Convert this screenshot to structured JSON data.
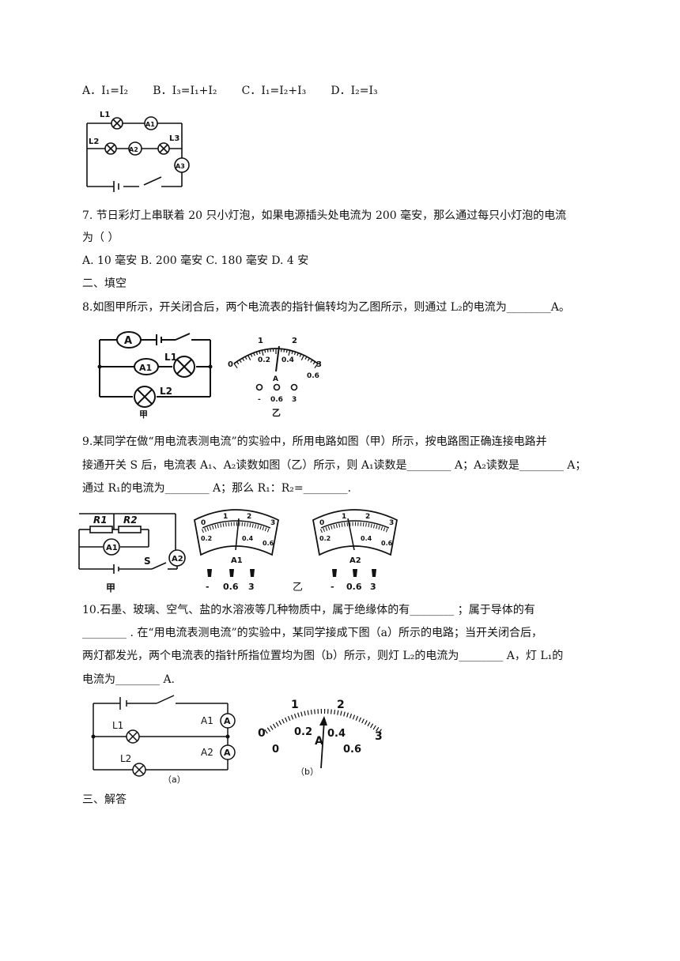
{
  "q6": {
    "options": [
      "A．I₁=I₂",
      "B．I₃=I₁+I₂",
      "C．I₁=I₂+I₃",
      "D．I₂=I₃"
    ],
    "fig_labels": {
      "l1": "L1",
      "l2": "L2",
      "l3": "L3",
      "a1": "A1",
      "a2": "A2",
      "a3": "A3"
    }
  },
  "q7": {
    "line1": "7.  节日彩灯上串联着 20 只小灯泡，如果电源插头处电流为 200 毫安，那么通过每只小灯泡的电流",
    "line2": "为（        ）",
    "options": "A. 10 毫安    B. 200 毫安   C. 180 毫安   D. 4 安"
  },
  "section2": "二、填空",
  "q8": {
    "text": "8.如图甲所示，开关闭合后，两个电流表的指针偏转均为乙图所示，则通过 L₂的电流为________A。",
    "fig_a": {
      "a": "A",
      "a1": "A1",
      "l1": "L1",
      "l2": "L2",
      "caption": "甲"
    },
    "meter": {
      "scale_top": [
        "0",
        "1",
        "2",
        "3"
      ],
      "scale_bottom": [
        "0.2",
        "0.4",
        "0.6"
      ],
      "unit": "A",
      "terminals": [
        "-",
        "0.6",
        "3"
      ],
      "caption": "乙"
    }
  },
  "q9": {
    "line1": "9.某同学在做“用电流表测电流”的实验中，所用电路如图（甲）所示，按电路图正确连接电路并",
    "line2": "接通开关 S 后，电流表 A₁、A₂读数如图（乙）所示，则 A₁读数是________   A；A₂读数是________   A；",
    "line3": "通过 R₁的电流为________   A；那么 R₁：R₂=________.",
    "fig_a": {
      "r1": "R1",
      "r2": "R2",
      "a1": "A1",
      "a2": "A2",
      "s": "S",
      "caption": "甲"
    },
    "meter1": {
      "top": [
        "0",
        "1",
        "2",
        "3"
      ],
      "bottom": [
        "0.2",
        "0.4",
        "0.6"
      ],
      "name": "A1",
      "terminals": [
        "-",
        "0.6",
        "3"
      ]
    },
    "meter2": {
      "top": [
        "0",
        "1",
        "2",
        "3"
      ],
      "bottom": [
        "0.2",
        "0.4",
        "0.6"
      ],
      "name": "A2",
      "terminals": [
        "-",
        "0.6",
        "3"
      ]
    },
    "caption_b": "乙"
  },
  "q10": {
    "line1": "10.石墨、玻璃、空气、盐的水溶液等几种物质中，属于绝缘体的有________   ；属于导体的有",
    "line2": "________   . 在“用电流表测电流”的实验中，某同学接成下图（a）所示的电路；当开关闭合后，",
    "line3": "两灯都发光，两个电流表的指针所指位置均为图（b）所示，则灯 L₂的电流为________   A，灯 L₁的",
    "line4": "电流为________   A.",
    "fig_a": {
      "l1": "L1",
      "l2": "L2",
      "a1": "A1",
      "a2": "A2",
      "meter": "A",
      "caption": "（a）"
    },
    "fig_b": {
      "top": [
        "0",
        "1",
        "2",
        "3"
      ],
      "bottom": [
        "0",
        "0.2",
        "0.4",
        "0.6"
      ],
      "unit": "A",
      "caption": "（b）"
    }
  },
  "section3": "三、解答"
}
